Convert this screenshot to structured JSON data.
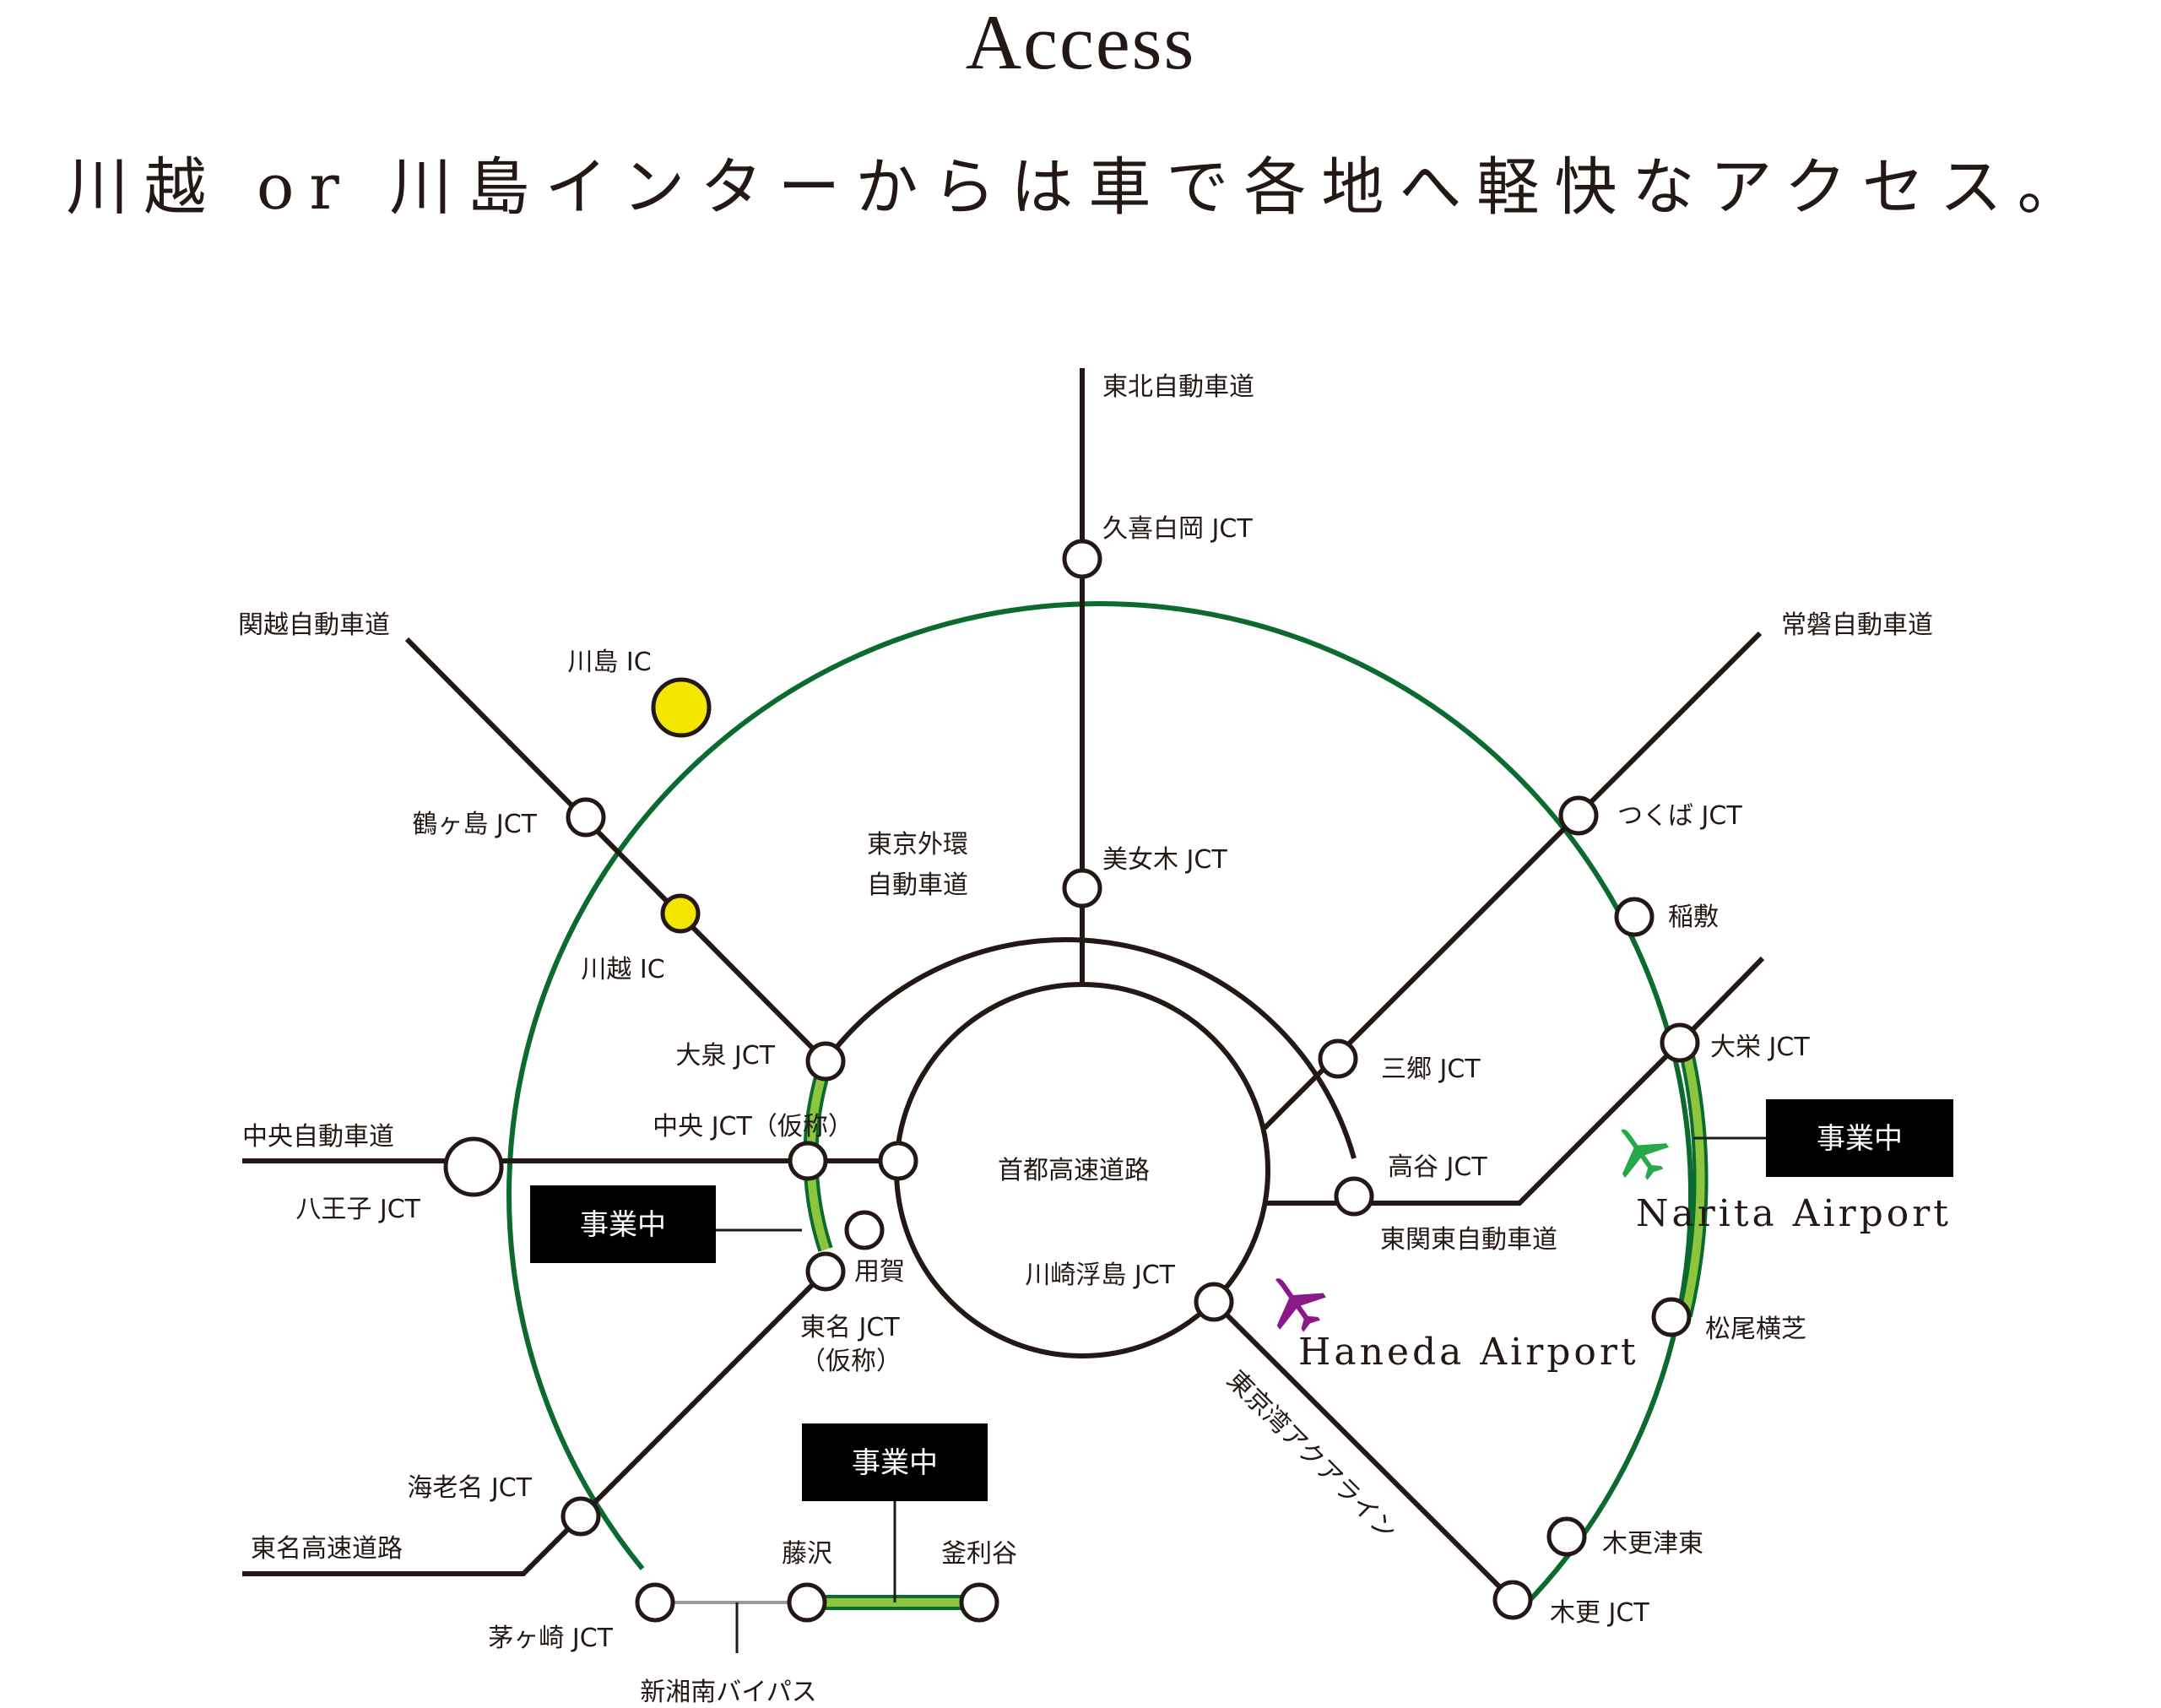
{
  "page": {
    "title": "Access",
    "subtitle": "川越 or 川島インターからは車で各地へ軽快なアクセス。"
  },
  "colors": {
    "ring_outer": "#0b6b2f",
    "under_construction": "#8cc63f",
    "road": "#231815",
    "ic_highlight": "#f5e600",
    "haneda_plane": "#8a1a8a",
    "narita_plane": "#27a84a",
    "badge_bg": "#000000"
  },
  "roads": {
    "tohoku": "東北自動車道",
    "kanetsu": "関越自動車道",
    "joban": "常磐自動車道",
    "chuo": "中央自動車道",
    "tomei": "東名高速道路",
    "gaikan_line1": "東京外環",
    "gaikan_line2": "自動車道",
    "shuto": "首都高速道路",
    "higashi_kanto": "東関東自動車道",
    "aqua_line": "東京湾アクアライン",
    "shin_shonan": "新湘南バイパス"
  },
  "nodes": {
    "kuki_shiraoka": "久喜白岡 JCT",
    "kawajima_ic": "川島 IC",
    "tsurugashima": "鶴ヶ島 JCT",
    "kawagoe_ic": "川越 IC",
    "oizumi": "大泉 JCT",
    "chuo_jct": "中央 JCT（仮称）",
    "hachioji": "八王子 JCT",
    "yoga": "用賀",
    "tomei_jct_line1": "東名 JCT",
    "tomei_jct_line2": "（仮称）",
    "ebina": "海老名 JCT",
    "chigasaki": "茅ヶ崎 JCT",
    "fujisawa": "藤沢",
    "kamariya": "釜利谷",
    "bijogi": "美女木 JCT",
    "tsukuba": "つくば JCT",
    "inashiki": "稲敷",
    "misato": "三郷 JCT",
    "takaya": "高谷 JCT",
    "taiei": "大栄 JCT",
    "matsuo_yokoshiba": "松尾横芝",
    "kawasaki_ukishima": "川崎浮島 JCT",
    "kisarazu_higashi": "木更津東",
    "kisarazu": "木更 JCT"
  },
  "badges": {
    "left": "事業中",
    "right": "事業中",
    "bottom": "事業中"
  },
  "airports": {
    "haneda": "Haneda Airport",
    "narita": "Narita Airport"
  }
}
